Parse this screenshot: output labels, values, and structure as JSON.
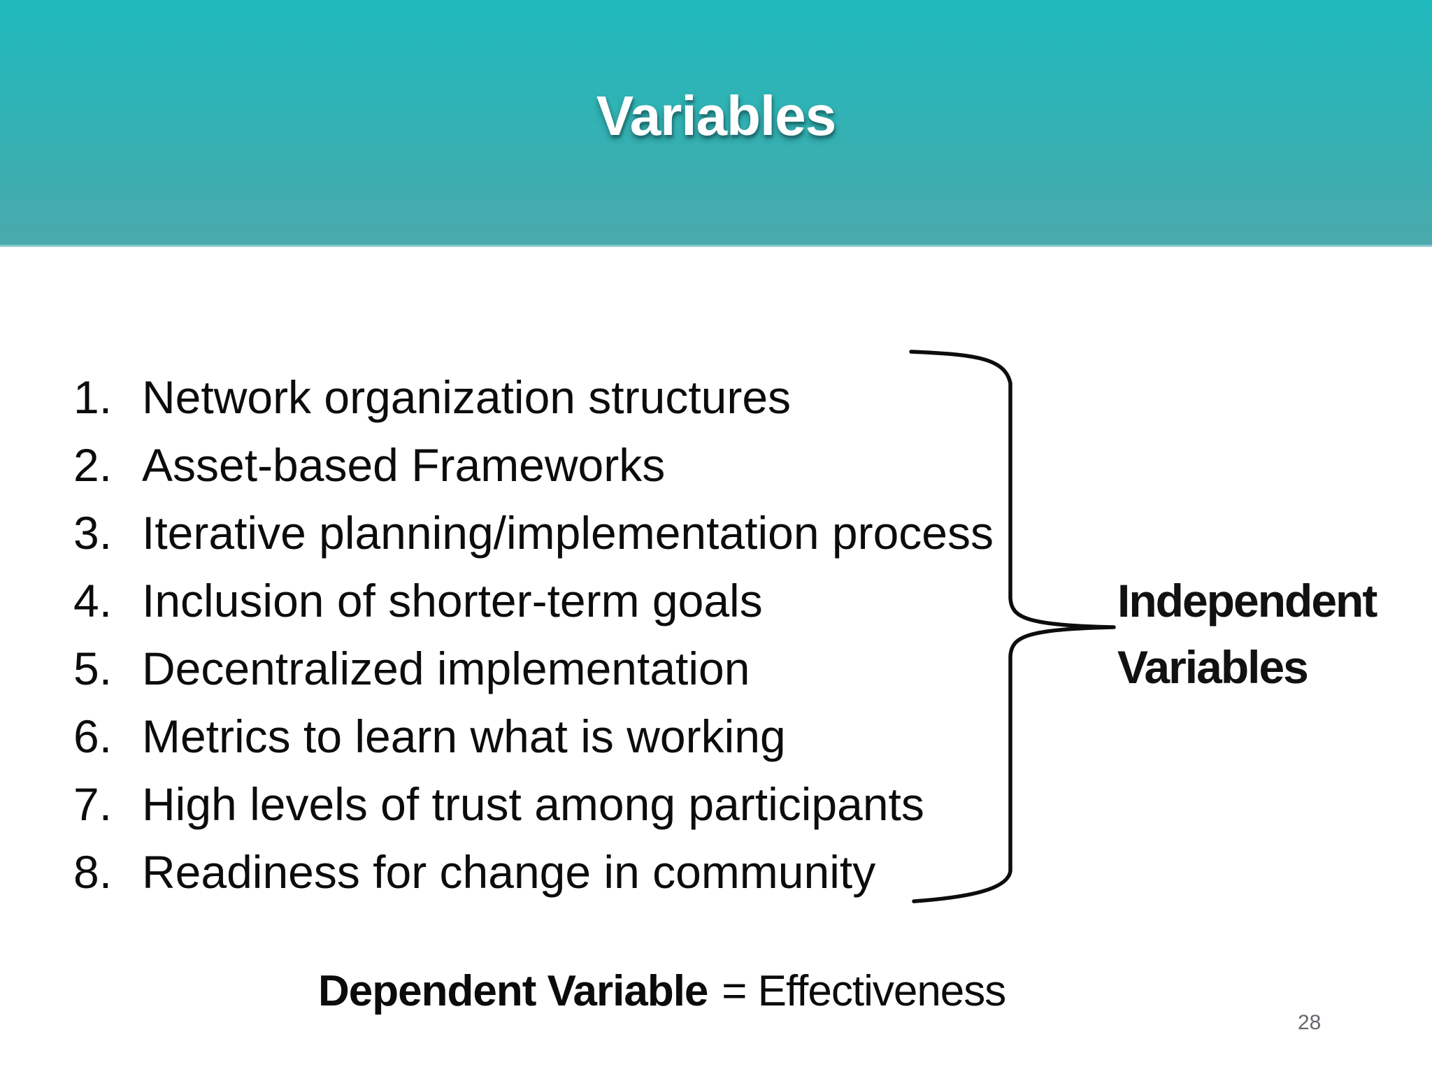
{
  "slide": {
    "title": "Variables",
    "list": [
      {
        "number": "1.",
        "text": "Network organization structures"
      },
      {
        "number": "2.",
        "text": "Asset-based Frameworks"
      },
      {
        "number": "3.",
        "text": "Iterative planning/implementation process"
      },
      {
        "number": "4.",
        "text": "Inclusion of shorter-term goals"
      },
      {
        "number": "5.",
        "text": "Decentralized implementation"
      },
      {
        "number": "6.",
        "text": "Metrics to learn what is working"
      },
      {
        "number": "7.",
        "text": "High levels of trust among participants"
      },
      {
        "number": "8.",
        "text": "Readiness for change in community"
      }
    ],
    "brace_label": {
      "line1": "Independent",
      "line2": "Variables"
    },
    "footer": {
      "bold": "Dependent Variable",
      "rest": "= Effectiveness"
    },
    "page_number": "28",
    "colors": {
      "header_gradient_top": "#1fbabd",
      "header_gradient_bottom": "#4aa9ac",
      "title_text": "#ffffff",
      "body_text": "#0c0c0c",
      "brace_stroke": "#0d0d0d",
      "page_number_text": "#67676e"
    }
  }
}
